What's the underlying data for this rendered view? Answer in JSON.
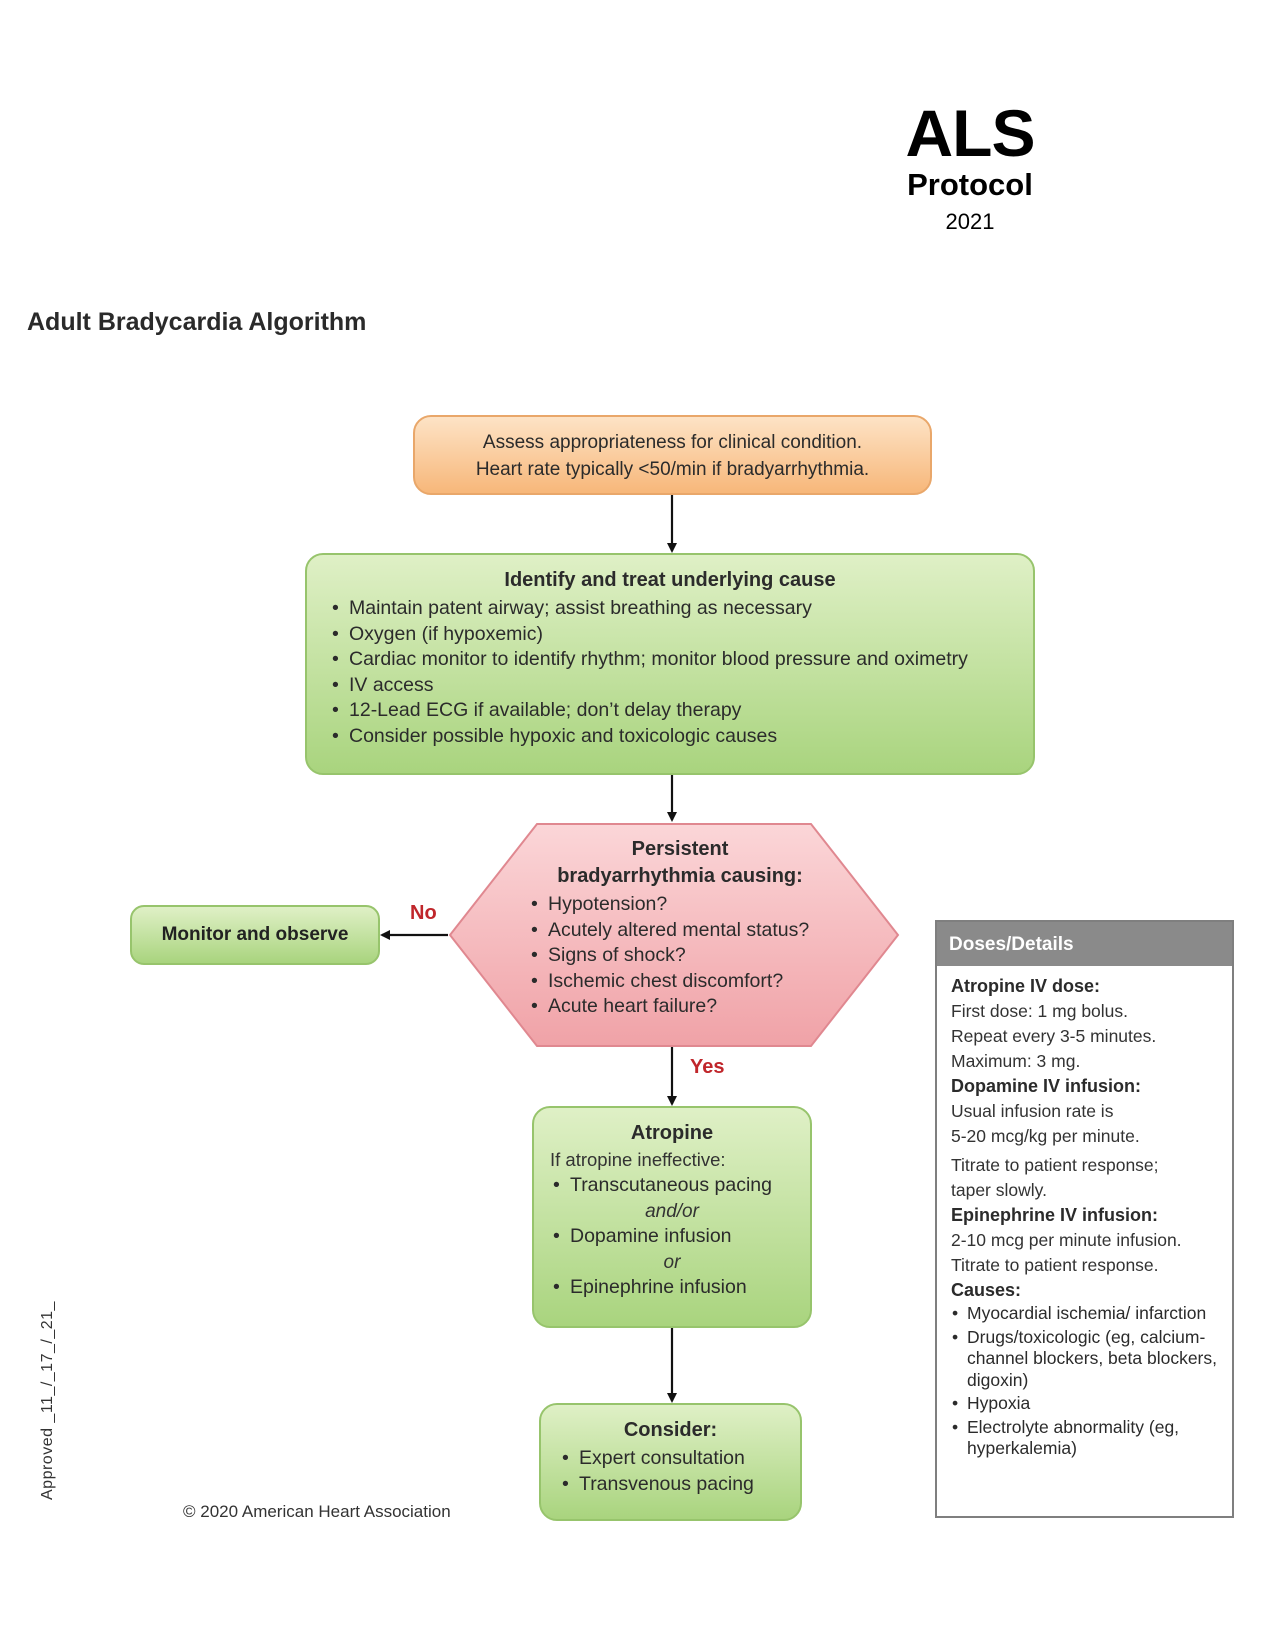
{
  "header": {
    "als": "ALS",
    "protocol": "Protocol",
    "year": "2021"
  },
  "title": "Adult Bradycardia Algorithm",
  "assess": {
    "line1": "Assess appropriateness for clinical condition.",
    "line2": "Heart rate typically <50/min if bradyarrhythmia."
  },
  "identify": {
    "heading": "Identify and treat underlying cause",
    "items": [
      "Maintain patent airway; assist breathing as necessary",
      "Oxygen (if hypoxemic)",
      "Cardiac monitor to identify rhythm; monitor blood pressure and oximetry",
      "IV access",
      "12-Lead ECG if available; don’t delay therapy",
      "Consider possible hypoxic and toxicologic causes"
    ]
  },
  "persistent": {
    "heading_line1": "Persistent",
    "heading_line2": "bradyarrhythmia causing:",
    "items": [
      "Hypotension?",
      "Acutely altered mental status?",
      "Signs of shock?",
      "Ischemic chest discomfort?",
      "Acute heart failure?"
    ]
  },
  "branch": {
    "no": "No",
    "yes": "Yes"
  },
  "monitor": "Monitor and observe",
  "atropine": {
    "heading": "Atropine",
    "subheading": "If atropine ineffective:",
    "item1": "Transcutaneous pacing",
    "conj1": "and/or",
    "item2": "Dopamine infusion",
    "conj2": "or",
    "item3": "Epinephrine infusion"
  },
  "consider": {
    "heading": "Consider:",
    "items": [
      "Expert consultation",
      "Transvenous pacing"
    ]
  },
  "copyright": "© 2020 American Heart Association",
  "approved": "Approved _11_/_17_/_21_",
  "doses": {
    "header": "Doses/Details",
    "atropine_head": "Atropine IV dose:",
    "atropine_lines": [
      "First dose: 1 mg bolus.",
      "Repeat every 3-5 minutes.",
      "Maximum: 3 mg."
    ],
    "dopamine_head": "Dopamine IV infusion:",
    "dopamine_lines": [
      "Usual infusion rate is",
      "5-20 mcg/kg per minute."
    ],
    "dopamine_lines2": [
      "Titrate to patient response;",
      "taper slowly."
    ],
    "epinephrine_head": "Epinephrine IV infusion:",
    "epinephrine_lines": [
      "2-10 mcg per minute infusion.",
      "Titrate to patient response."
    ],
    "causes_head": "Causes:",
    "causes": [
      "Myocardial ischemia/ infarction",
      "Drugs/toxicologic (eg, calcium-channel blockers, beta blockers, digoxin)",
      "Hypoxia",
      "Electrolyte abnormality (eg, hyperkalemia)"
    ]
  },
  "colors": {
    "orange_box": "#f7b77a",
    "green_box": "#a9d47e",
    "hexagon": "#f2a3a8",
    "yes_no_label": "#c0262b",
    "doses_header": "#8a8a8a"
  }
}
